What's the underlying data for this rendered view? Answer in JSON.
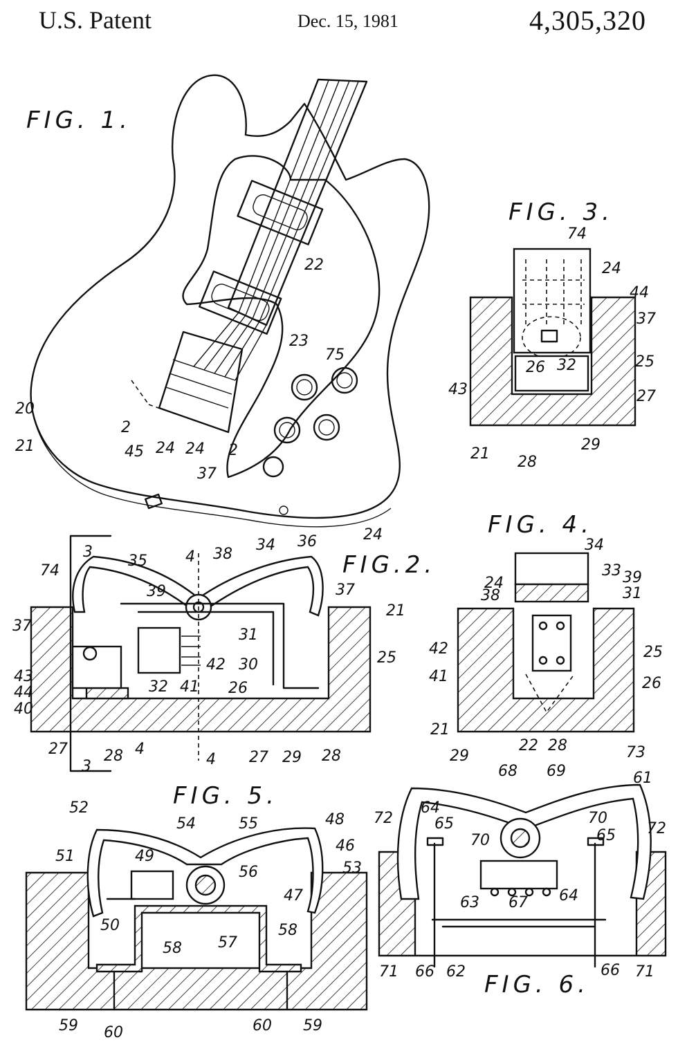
{
  "header": {
    "left": "U.S. Patent",
    "date": "Dec. 15, 1981",
    "number": "4,305,320"
  },
  "figures": {
    "fig1": "FIG. 1.",
    "fig2": "FIG.2.",
    "fig3": "FIG. 3.",
    "fig4": "FIG. 4.",
    "fig5": "FIG. 5.",
    "fig6": "FIG. 6."
  },
  "refs": {
    "fig1": [
      "20",
      "21",
      "22",
      "23",
      "75",
      "2",
      "45",
      "24",
      "24",
      "37",
      "2"
    ],
    "fig3": [
      "74",
      "24",
      "44",
      "37",
      "43",
      "26",
      "32",
      "25",
      "27",
      "21",
      "28",
      "29"
    ],
    "fig2": [
      "3",
      "74",
      "35",
      "4",
      "38",
      "34",
      "36",
      "24",
      "39",
      "37",
      "37",
      "21",
      "31",
      "43",
      "44",
      "40",
      "30",
      "42",
      "41",
      "32",
      "26",
      "25",
      "27",
      "28",
      "4",
      "4",
      "27",
      "29",
      "28",
      "3"
    ],
    "fig4": [
      "34",
      "33",
      "24",
      "39",
      "38",
      "31",
      "42",
      "25",
      "41",
      "26",
      "21",
      "22",
      "28",
      "29"
    ],
    "fig5": [
      "52",
      "54",
      "55",
      "48",
      "46",
      "51",
      "49",
      "56",
      "53",
      "47",
      "50",
      "57",
      "58",
      "58",
      "59",
      "60",
      "60",
      "59"
    ],
    "fig6": [
      "68",
      "69",
      "73",
      "61",
      "72",
      "64",
      "65",
      "70",
      "70",
      "65",
      "72",
      "67",
      "64",
      "63",
      "71",
      "66",
      "62",
      "66",
      "71"
    ]
  }
}
